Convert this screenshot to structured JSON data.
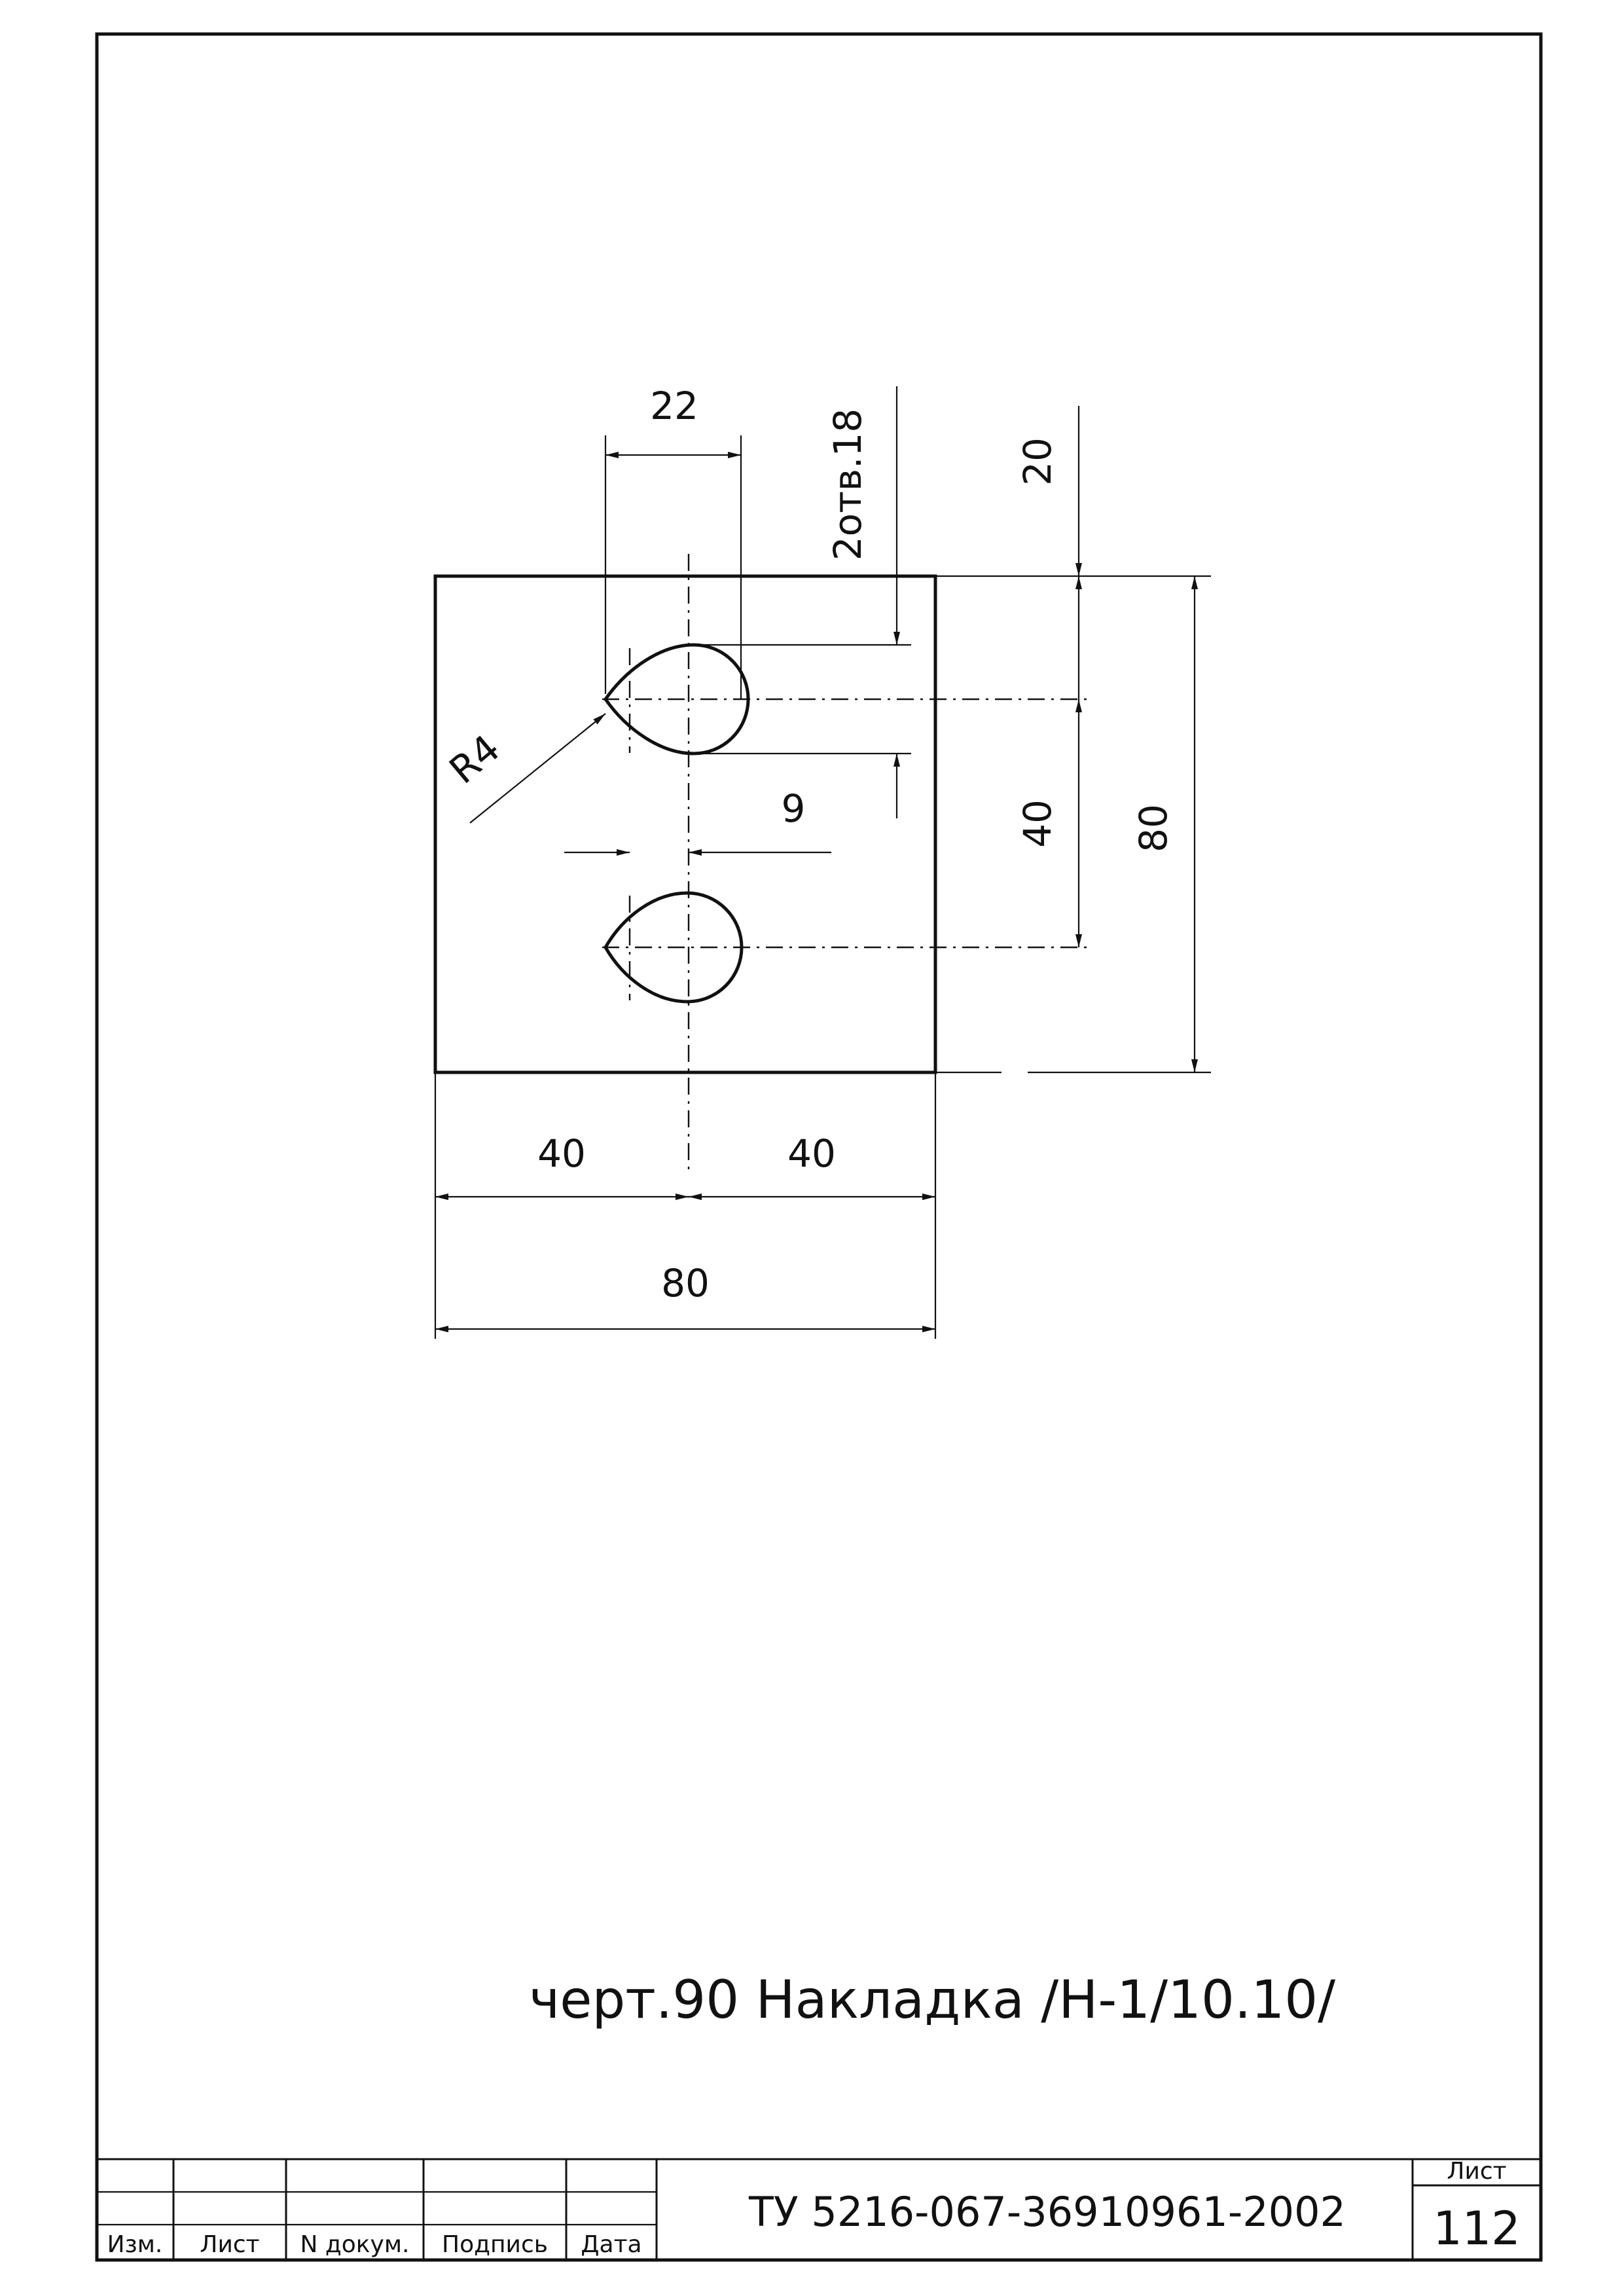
{
  "drawing": {
    "dims": {
      "slot_width": "22",
      "holes": "2отв.18",
      "top_offset": "20",
      "radius": "R4",
      "offset": "9",
      "hole_spacing": "40",
      "height": "80",
      "half_left": "40",
      "half_right": "40",
      "width": "80"
    }
  },
  "caption": "черт.90 Накладка /Н-1/10.10/",
  "title_block": {
    "columns": [
      "Изм.",
      "Лист",
      "N докум.",
      "Подпись",
      "Дата"
    ],
    "document_code": "ТУ 5216-067-36910961-2002",
    "sheet_label": "Лист",
    "sheet_number": "112"
  }
}
